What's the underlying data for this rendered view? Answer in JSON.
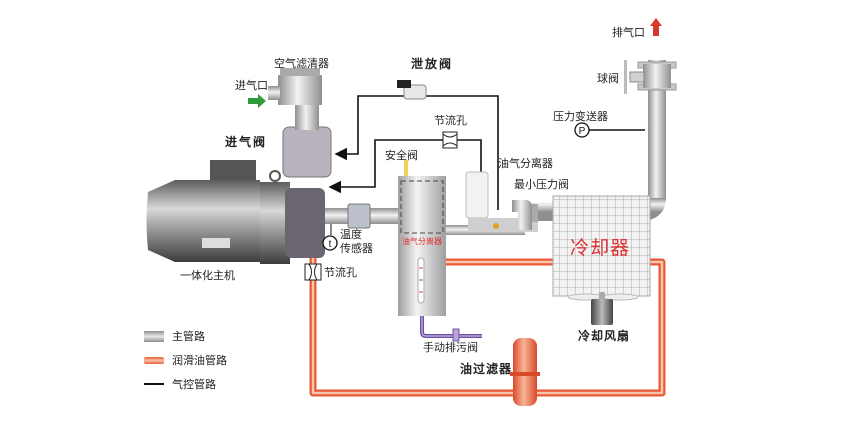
{
  "title": "螺杆空压机工作流程示意图",
  "components": {
    "air_inlet": "进气口",
    "air_filter": "空气滤清器",
    "intake_valve": "进气阀",
    "blowdown_valve": "泄放阀",
    "orifice_top": "节流孔",
    "safety_valve": "安全阀",
    "separator_label": "油气分离器",
    "separator_body_label": "油气分离器",
    "min_pressure_valve": "最小压力阀",
    "pressure_transmitter": "压力变送器",
    "pressure_symbol": "P",
    "ball_valve": "球阀",
    "exhaust": "排气口",
    "main_unit": "一体化主机",
    "temp_sensor_line1": "温度",
    "temp_sensor_line2": "传感器",
    "temp_symbol": "t",
    "orifice_bottom": "节流孔",
    "cooler": "冷却器",
    "cooling_fan": "冷却风扇",
    "manual_drain_valve": "手动排污阀",
    "oil_filter": "油过滤器"
  },
  "legend": [
    {
      "label": "主管路",
      "type": "main"
    },
    {
      "label": "润滑油管路",
      "type": "oil"
    },
    {
      "label": "气控管路",
      "type": "air-control"
    }
  ],
  "colors": {
    "main_pipe": "#bdbdbd",
    "oil_pipe": "#ee6a44",
    "air_control": "#111111",
    "drain_pipe": "#7b5ab0",
    "inlet_arrow": "#2e9a3a",
    "exhaust_arrow": "#d83a2a",
    "cooler_text": "#e03030"
  }
}
